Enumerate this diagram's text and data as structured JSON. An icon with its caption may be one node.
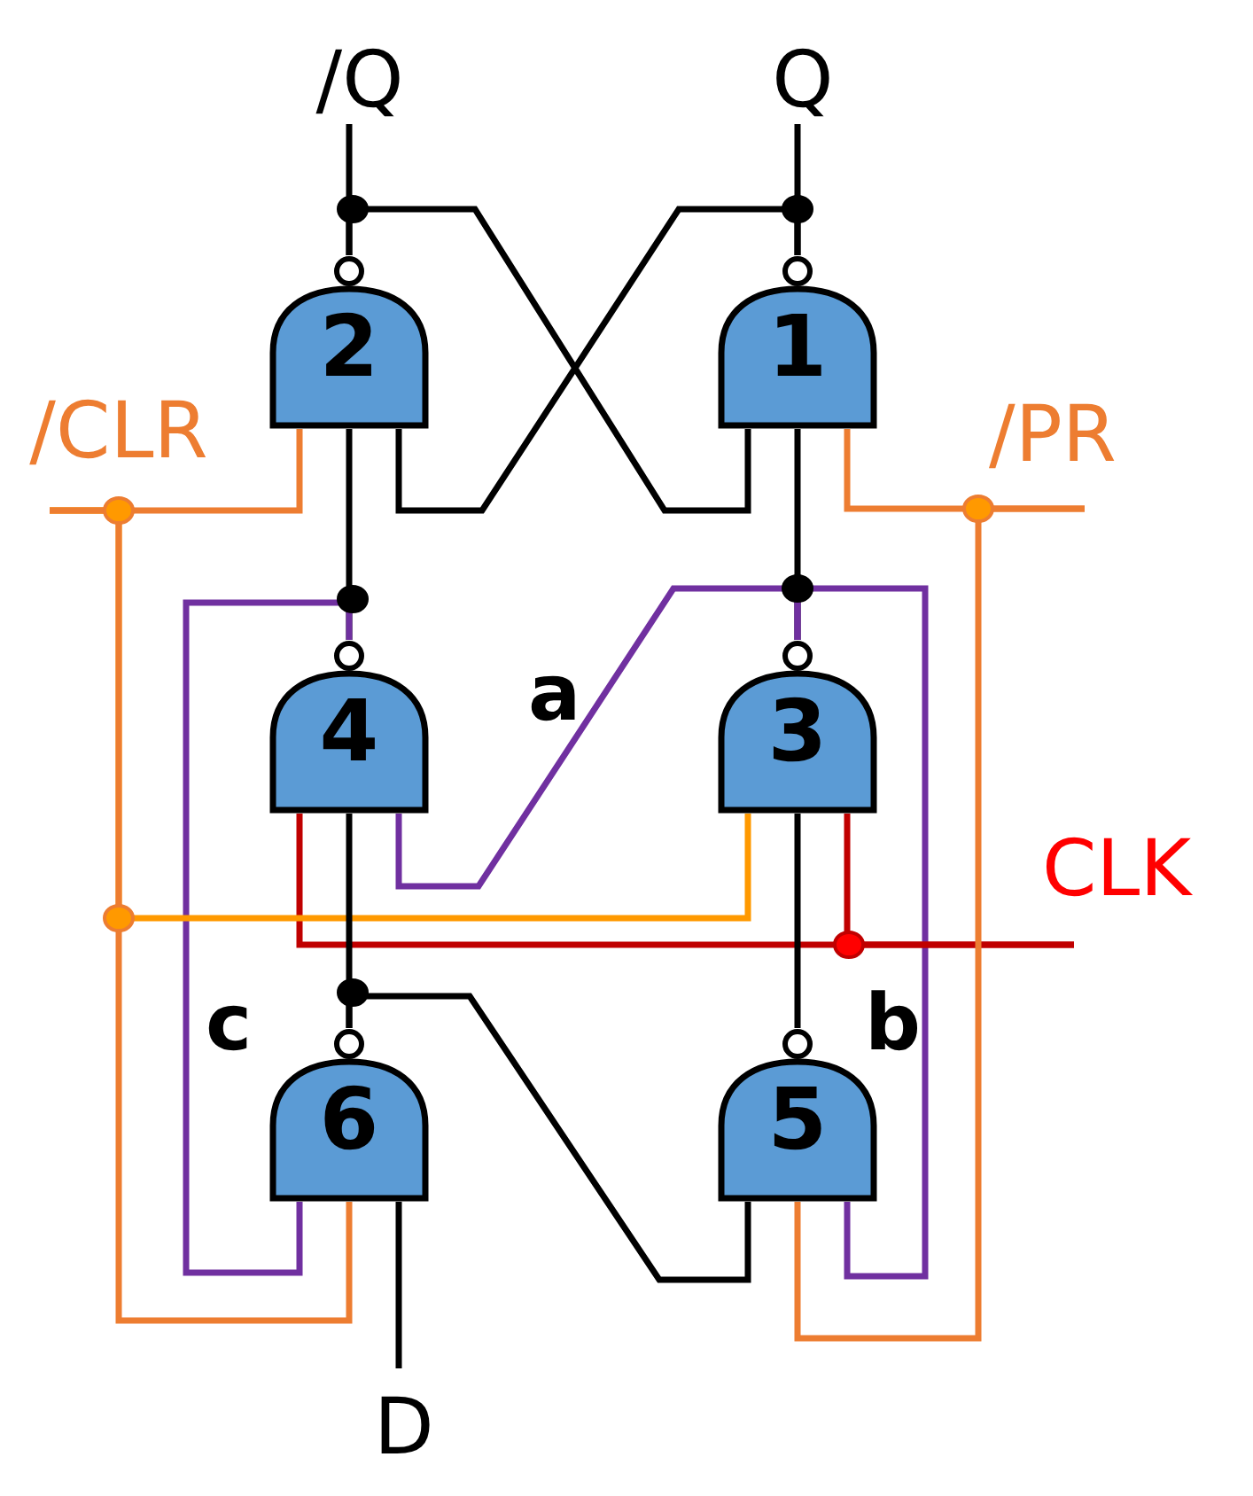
{
  "diagram": {
    "nodes": [
      {
        "text": [
          "/Q"
        ]
      },
      {
        "text": [
          "Q"
        ]
      },
      {
        "text": [
          "2"
        ]
      },
      {
        "text": [
          "1"
        ]
      },
      {
        "text": [
          "/CLR"
        ]
      },
      {
        "text": [
          "/PR"
        ]
      },
      {
        "text": [
          "4"
        ]
      },
      {
        "text": [
          "3"
        ]
      },
      {
        "text": [
          "CLK"
        ]
      },
      {
        "text": [
          "6"
        ]
      },
      {
        "text": [
          "5"
        ]
      },
      {
        "text": [
          "D"
        ]
      }
    ],
    "edges": [
      {
        "from": 2,
        "to": 0,
        "arrow": "none"
      },
      {
        "from": 3,
        "to": 1,
        "arrow": "none"
      },
      {
        "from": 2,
        "to": 3,
        "arrow": "none"
      },
      {
        "from": 3,
        "to": 2,
        "arrow": "none"
      },
      {
        "from": 4,
        "to": 2,
        "arrow": "none",
        "color": "#ed7d31"
      },
      {
        "from": 5,
        "to": 3,
        "arrow": "none",
        "color": "#ed7d31"
      },
      {
        "from": 6,
        "to": 2,
        "arrow": "none"
      },
      {
        "from": 7,
        "to": 3,
        "arrow": "none"
      },
      {
        "from": 6,
        "to": 9,
        "arrow": "none",
        "color": "#7030a0"
      },
      {
        "from": 7,
        "to": 6,
        "arrow": "none",
        "color": "#7030a0"
      },
      {
        "from": 7,
        "to": 10,
        "arrow": "none",
        "color": "#7030a0"
      },
      {
        "from": 8,
        "to": 6,
        "arrow": "none",
        "color": "#c00000"
      },
      {
        "from": 8,
        "to": 7,
        "arrow": "none",
        "color": "#c00000"
      },
      {
        "from": 4,
        "to": 7,
        "arrow": "none",
        "color": "#ff9900"
      },
      {
        "from": 4,
        "to": 9,
        "arrow": "none",
        "color": "#ed7d31"
      },
      {
        "from": 5,
        "to": 10,
        "arrow": "none",
        "color": "#ed7d31"
      },
      {
        "from": 9,
        "to": 6,
        "arrow": "none"
      },
      {
        "from": 9,
        "to": 10,
        "arrow": "none"
      },
      {
        "from": 10,
        "to": 7,
        "arrow": "none"
      },
      {
        "from": 11,
        "to": 9,
        "arrow": "none"
      }
    ],
    "labels": [
      "a",
      "c",
      "b"
    ]
  }
}
